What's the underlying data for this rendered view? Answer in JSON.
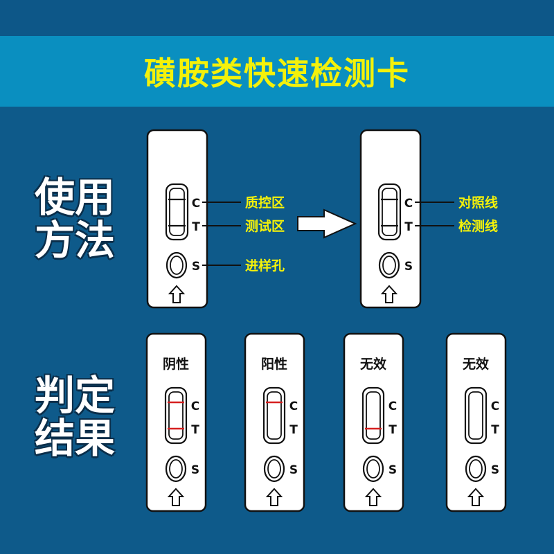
{
  "title": "磺胺类快速检测卡",
  "sections": {
    "usage": "使用方法",
    "judgement": "判定结果"
  },
  "usage_labels": {
    "control_zone": "质控区",
    "test_zone": "测试区",
    "sample_well": "进样孔",
    "control_line": "对照线",
    "test_line": "检测线"
  },
  "card_marks": {
    "c": "C",
    "t": "T",
    "s": "S"
  },
  "results": [
    {
      "label": "阴性",
      "c_line": true,
      "t_line": true
    },
    {
      "label": "阳性",
      "c_line": true,
      "t_line": false
    },
    {
      "label": "无效",
      "c_line": false,
      "t_line": true
    },
    {
      "label": "无效",
      "c_line": false,
      "t_line": false
    }
  ],
  "colors": {
    "background": "#0e5a8a",
    "banner": "#0a8fc0",
    "title_yellow": "#f4f10a",
    "result_line_red": "#d62020"
  }
}
